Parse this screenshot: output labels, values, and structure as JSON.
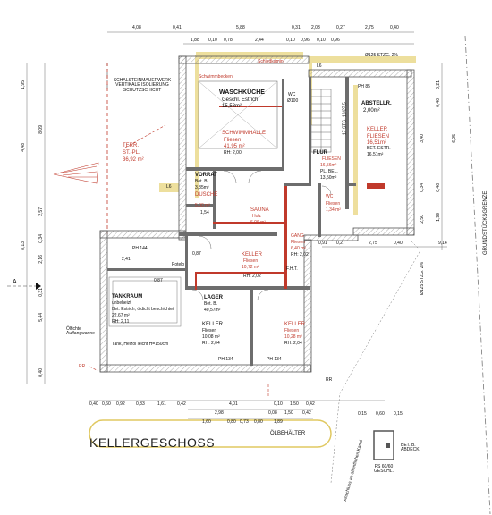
{
  "title": "KELLERGESCHOSS",
  "colors": {
    "wall": "#6d6d6d",
    "dim": "#444444",
    "red": "#c0392b",
    "yellow": "#e8d890",
    "hatch": "#999999"
  },
  "rooms": {
    "terrace": {
      "l1": "TERR.",
      "l2": "ST.-PL.",
      "l3": "36,92 m²"
    },
    "schwimmbecken": {
      "l1": "Schwimmbecken"
    },
    "waschkueche": {
      "l1": "WASCHKÜCHE",
      "l2": "Geschl. Estrich",
      "l3": "15,58m²"
    },
    "schwimmhalle": {
      "l1": "SCHWIMMHALLE",
      "l2": "Fliesen",
      "l3": "41,95 m²",
      "l4": "RH: 2,00"
    },
    "schiedkamin": {
      "l1": "Schiedkamin"
    },
    "wc_top": {
      "l1": "WC",
      "l2": "Ø100"
    },
    "abstellr": {
      "l1": "ABSTELLR.",
      "l2": "2,00m²"
    },
    "keller_right": {
      "l1": "KELLER",
      "l2": "FLIESEN",
      "l3": "16,51m²",
      "l4": "BET. ESTR.",
      "l5": "16,51m²"
    },
    "flur": {
      "l1": "FLUR",
      "l2": "FLIESEN",
      "l3": "16,56m²",
      "l4": "PL. BEL.",
      "l5": "13,50m²"
    },
    "vorrat": {
      "l1": "VORRAT",
      "l2": "Bet. B.",
      "l3": "3,35m²"
    },
    "dusche": {
      "l1": "DUSCHE",
      "l2": "5,00 m²"
    },
    "sauna": {
      "l1": "SAUNA",
      "l2": "Holz",
      "l3": "6,06 m²"
    },
    "wc_mid": {
      "l1": "WC",
      "l2": "Fliesen",
      "l3": "1,34 m²"
    },
    "gang": {
      "l1": "GANG",
      "l2": "Fliesen",
      "l3": "6,40 m²",
      "l4": "RH: 2,02"
    },
    "keller_mid": {
      "l1": "KELLER",
      "l2": "Fliesen",
      "l3": "10,72 m²",
      "l4": "RH: 2,02"
    },
    "tankraum": {
      "l1": "TANKRAUM",
      "l2": "unbeheizt",
      "l3": "Bet. Estrich, öldicht beschichtet",
      "l4": "22,67 m²",
      "l5": "RH: 2,11"
    },
    "lager": {
      "l1": "LAGER",
      "l2": "Bet. B.",
      "l3": "40,57m²"
    },
    "keller_bl": {
      "l1": "KELLER",
      "l2": "Fliesen",
      "l3": "10,08 m²",
      "l4": "RH: 2,04"
    },
    "keller_br": {
      "l1": "KELLER",
      "l2": "Fliesen",
      "l3": "10,28 m²",
      "l4": "RH: 2,04"
    }
  },
  "notes": {
    "abdichtung": "SCHALSTEINMAUERWERK VERTIKALE ISOLIERUNG SCHUTZSCHICHT",
    "oelfecht": "Ölfichte Auffangwanne",
    "tank": "Tank, Heizöl leicht H=150cm",
    "grenze": "GRUNDSTÜCKSGRENZE",
    "oelbehaelter": "ÖLBEHÄLTER",
    "ps": "PS 60/60 GESCHL.",
    "abdeck": "BET. B. ABDECK.",
    "potelo": "Potelo",
    "anschluss": "Anschluss an öffentlichen Kanal",
    "stzg_top": "Ø125 STZG. 2%",
    "stzg_side": "Ø125 STZG. 2%",
    "section": "A",
    "fht": "F.H.T.",
    "rr": "RR",
    "stair": "17 STG. 18/27,5"
  },
  "dims_top_row1": [
    "4,08",
    "0,41",
    "5,88",
    "0,31",
    "2,03",
    "0,27",
    "2,75",
    "0,40"
  ],
  "dims_top_row2": [
    "1,88",
    "0,10",
    "0,78",
    "2,44",
    "0,10",
    "0,96",
    "0,10",
    "0,96"
  ],
  "dims_bottom_row1": [
    "0,40",
    "0,60",
    "0,92",
    "0,83",
    "1,61",
    "0,42",
    "4,01",
    "0,10",
    "1,50",
    "0,42"
  ],
  "dims_bottom_row2": [
    "2,98",
    "0,08",
    "1,50",
    "0,42"
  ],
  "dims_bottom_row3": [
    "1,60",
    "0,80",
    "0,73",
    "0,80",
    "1,89"
  ],
  "dims_left": [
    "1,95",
    "4,48",
    "8,09",
    "2,57",
    "0,34",
    "2,16",
    "8,13",
    "0,31",
    "5,44",
    "0,40"
  ],
  "dims_right": [
    "0,21",
    "0,40",
    "3,40",
    "0,46",
    "1,99",
    "0,34",
    "2,50",
    "6,05"
  ],
  "dims_misc": {
    "a": "0,91",
    "b": "0,27",
    "c": "2,75",
    "d": "0,40",
    "e": "9,14",
    "f": "0,15",
    "g": "0,60",
    "h": "0,15",
    "i": "PH 85",
    "j": "PH 144",
    "k": "PH 134",
    "l": "PH 134",
    "m": "L6",
    "n": "L6",
    "o": "0,87",
    "p": "0,87",
    "q": "1,54",
    "r": "2,41"
  }
}
